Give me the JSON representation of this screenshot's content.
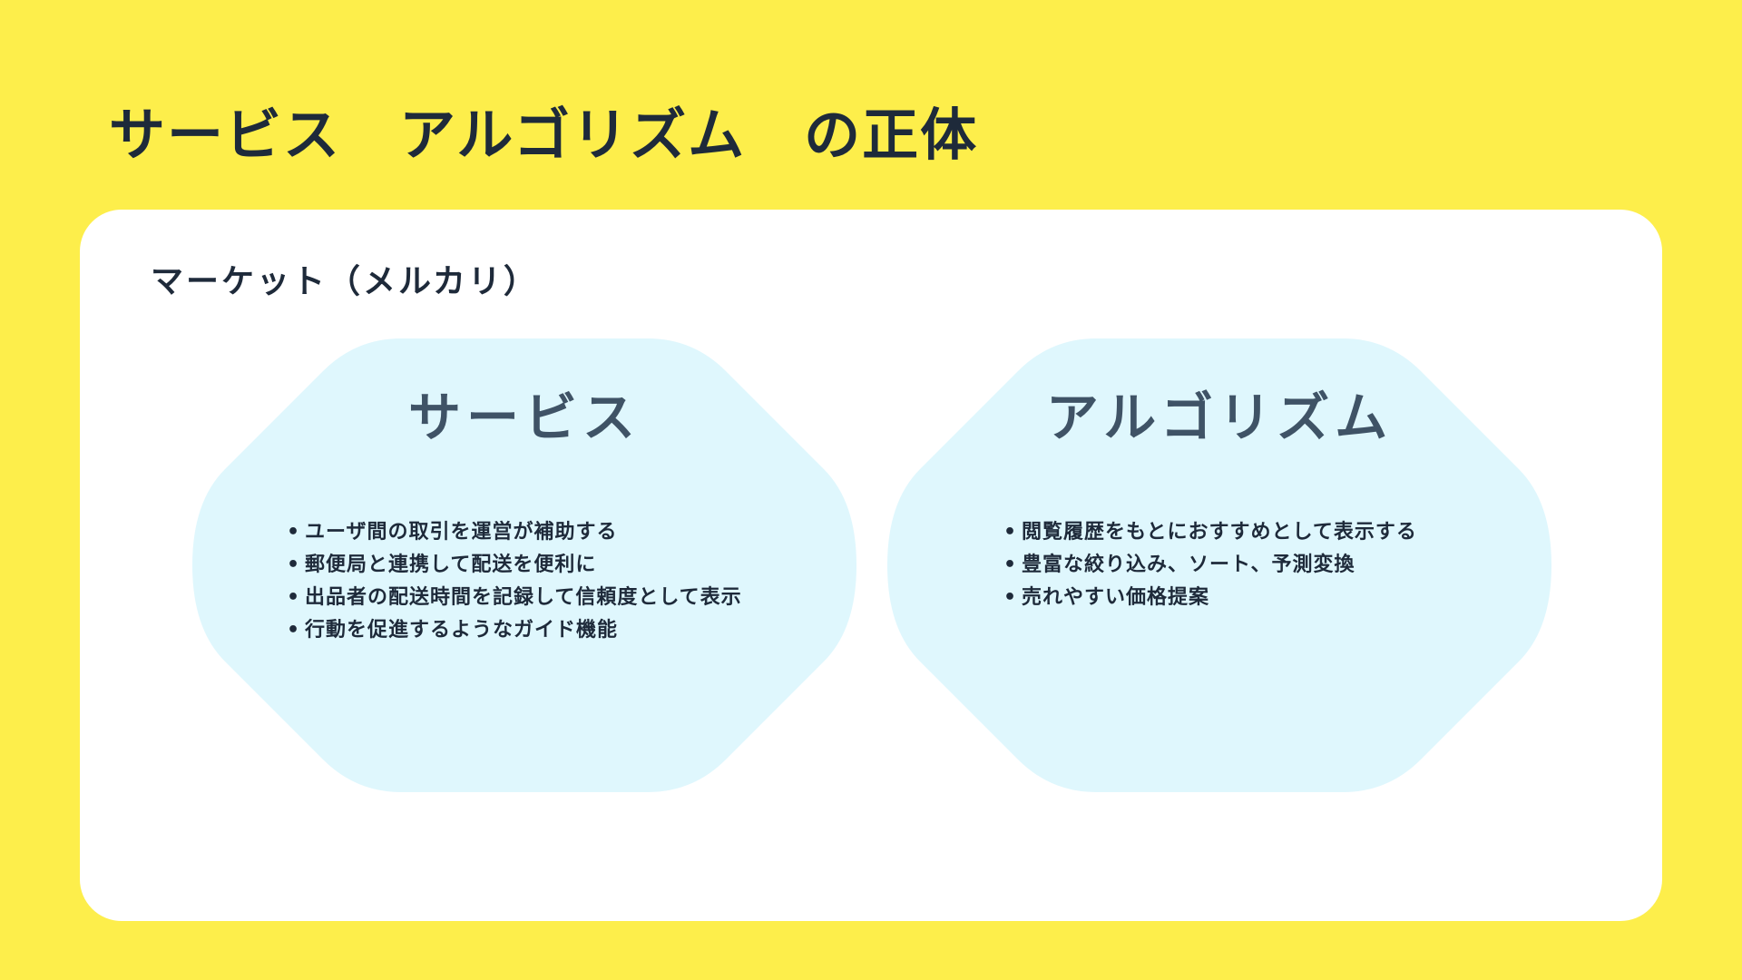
{
  "slide": {
    "title": "サービス　アルゴリズム　の正体",
    "background_color": "#FDEE4B",
    "card_color": "#FFFFFF",
    "hex_fill_color": "#DFF7FD",
    "text_color": "#1E2A3A"
  },
  "card": {
    "subtitle": "マーケット（メルカリ）"
  },
  "service": {
    "heading": "サービス",
    "items": [
      "ユーザ間の取引を運営が補助する",
      "郵便局と連携して配送を便利に",
      "出品者の配送時間を記録して信頼度として表示",
      "行動を促進するようなガイド機能"
    ]
  },
  "algorithm": {
    "heading": "アルゴリズム",
    "items": [
      "閲覧履歴をもとにおすすめとして表示する",
      "豊富な絞り込み、ソート、予測変換",
      "売れやすい価格提案"
    ]
  }
}
